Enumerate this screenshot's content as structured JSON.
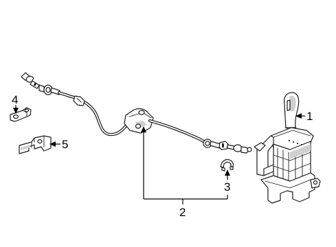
{
  "callouts": [
    {
      "id": "1",
      "label": "1"
    },
    {
      "id": "2",
      "label": "2"
    },
    {
      "id": "3",
      "label": "3"
    },
    {
      "id": "4",
      "label": "4"
    },
    {
      "id": "5",
      "label": "5"
    }
  ],
  "colors": {
    "ink": "#1a1a1a",
    "paper": "#ffffff",
    "shade": "#cfcfcf"
  }
}
